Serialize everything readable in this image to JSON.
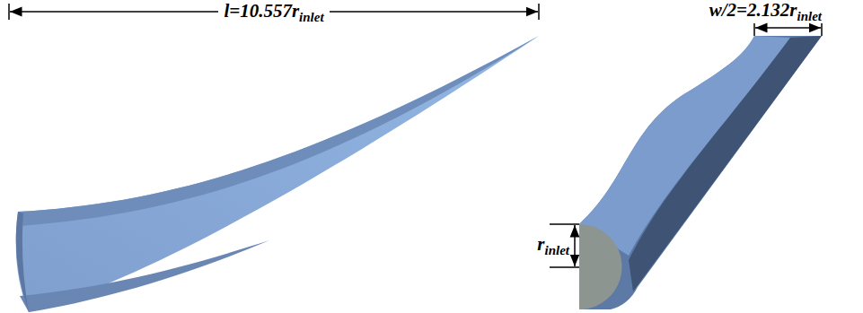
{
  "diagram": {
    "labels": [
      "l=10.557r",
      "inlet",
      "w/2=2.132r",
      "inlet",
      "r",
      "inlet"
    ]
  }
}
